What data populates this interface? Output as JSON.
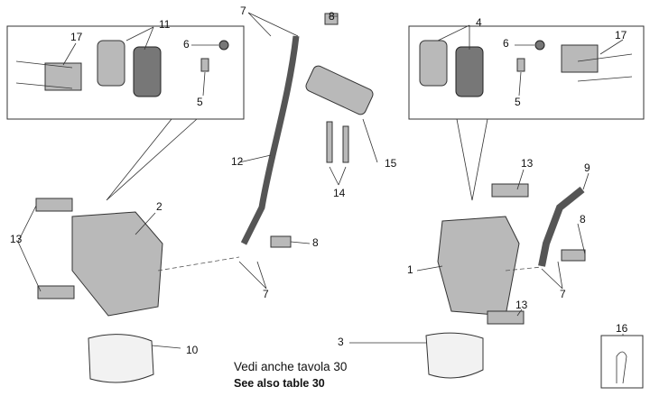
{
  "callouts": [
    "7",
    "8",
    "11",
    "17",
    "6",
    "5",
    "4",
    "6",
    "17",
    "5",
    "15",
    "12",
    "14",
    "13",
    "9",
    "13",
    "2",
    "8",
    "7",
    "8",
    "7",
    "1",
    "13",
    "16",
    "10",
    "3"
  ],
  "note": {
    "line1": "Vedi anche tavola 30",
    "line2": "See also table 30"
  }
}
